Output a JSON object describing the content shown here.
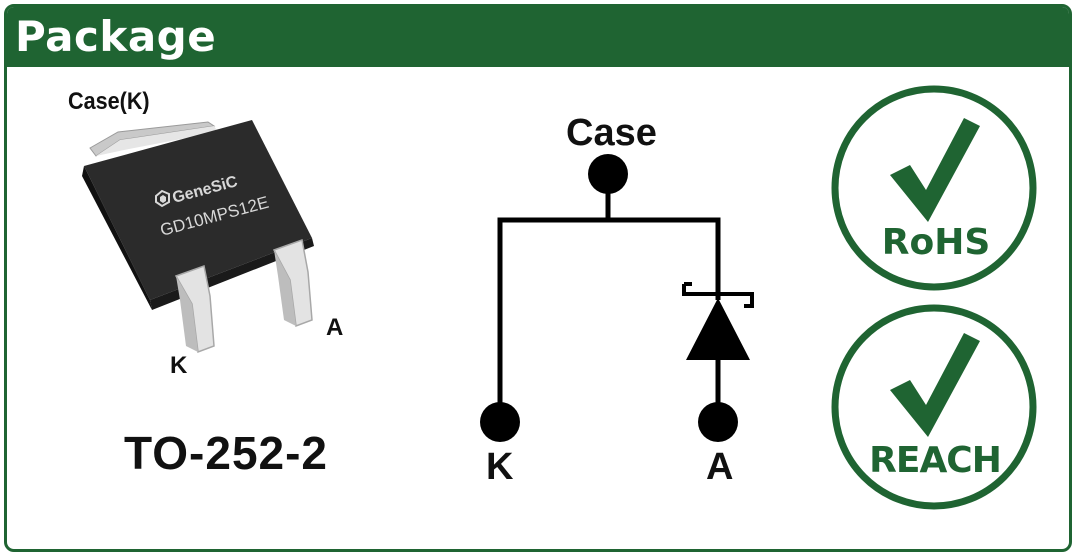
{
  "header": {
    "title": "Package"
  },
  "package_image": {
    "case_label": "Case(K)",
    "brand": "GeneSiC",
    "part_number": "GD10MPS12E",
    "pin_k": "K",
    "pin_a": "A",
    "package_name": "TO-252-2"
  },
  "symbol": {
    "case_label": "Case",
    "pin_k": "K",
    "pin_a": "A"
  },
  "badges": {
    "rohs": "RoHS",
    "reach": "REACH",
    "color": "#1f6432"
  },
  "colors": {
    "brand_green": "#1f6432"
  }
}
